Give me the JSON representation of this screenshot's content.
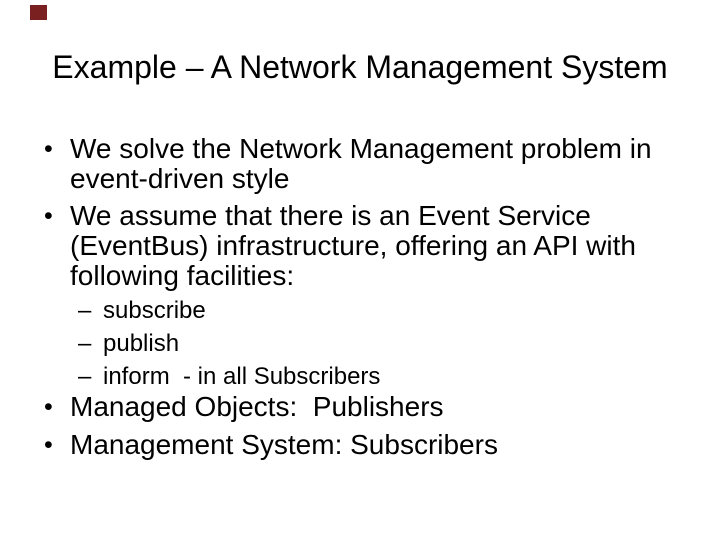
{
  "slide": {
    "title": "Example – A Network Management System",
    "decoration": {
      "corner_square_color": "#7a2020"
    },
    "markers": {
      "level1": "•",
      "level2": "–"
    },
    "bullets": [
      {
        "level": 1,
        "lines": [
          "We solve the Network Management problem in",
          "event-driven style"
        ]
      },
      {
        "level": 1,
        "lines": [
          "We assume that there is an Event Service",
          "(EventBus) infrastructure, offering an API with",
          "following facilities:"
        ]
      },
      {
        "level": 2,
        "lines": [
          "subscribe"
        ]
      },
      {
        "level": 2,
        "lines": [
          "publish"
        ]
      },
      {
        "level": 2,
        "lines": [
          "inform  - in all Subscribers"
        ]
      },
      {
        "level": 1,
        "lines": [
          "Managed Objects:  Publishers"
        ]
      },
      {
        "level": 1,
        "lines": [
          "Management System: Subscribers"
        ]
      }
    ]
  }
}
